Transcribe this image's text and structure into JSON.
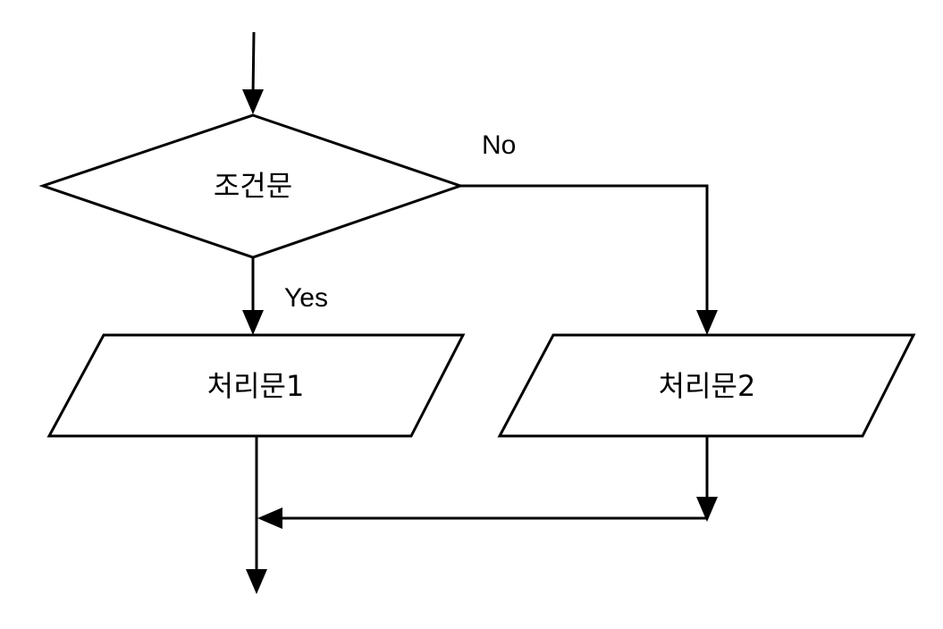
{
  "diagram": {
    "decision": {
      "label": "조건문"
    },
    "process1": {
      "label": "처리문1"
    },
    "process2": {
      "label": "처리문2"
    },
    "edges": {
      "yes_label": "Yes",
      "no_label": "No"
    }
  },
  "colors": {
    "stroke": "#000000",
    "fill": "#ffffff",
    "text": "#000000"
  }
}
